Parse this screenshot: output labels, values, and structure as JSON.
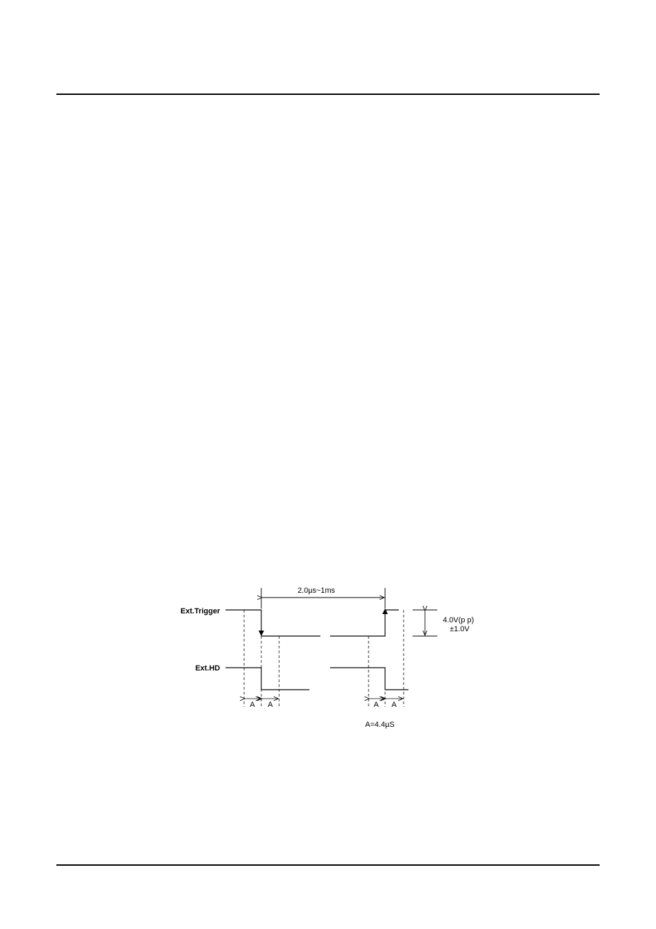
{
  "diagram": {
    "signals": {
      "trigger_label": "Ext.Trigger",
      "hd_label": "Ext.HD"
    },
    "interval_label": "2.0µs~1ms",
    "amplitude_label": "4.0V(p  p)",
    "tolerance_label": "±1.0V",
    "delay_marks": [
      "A",
      "A",
      "A",
      "A"
    ],
    "delay_definition": "A=4.4µS"
  }
}
